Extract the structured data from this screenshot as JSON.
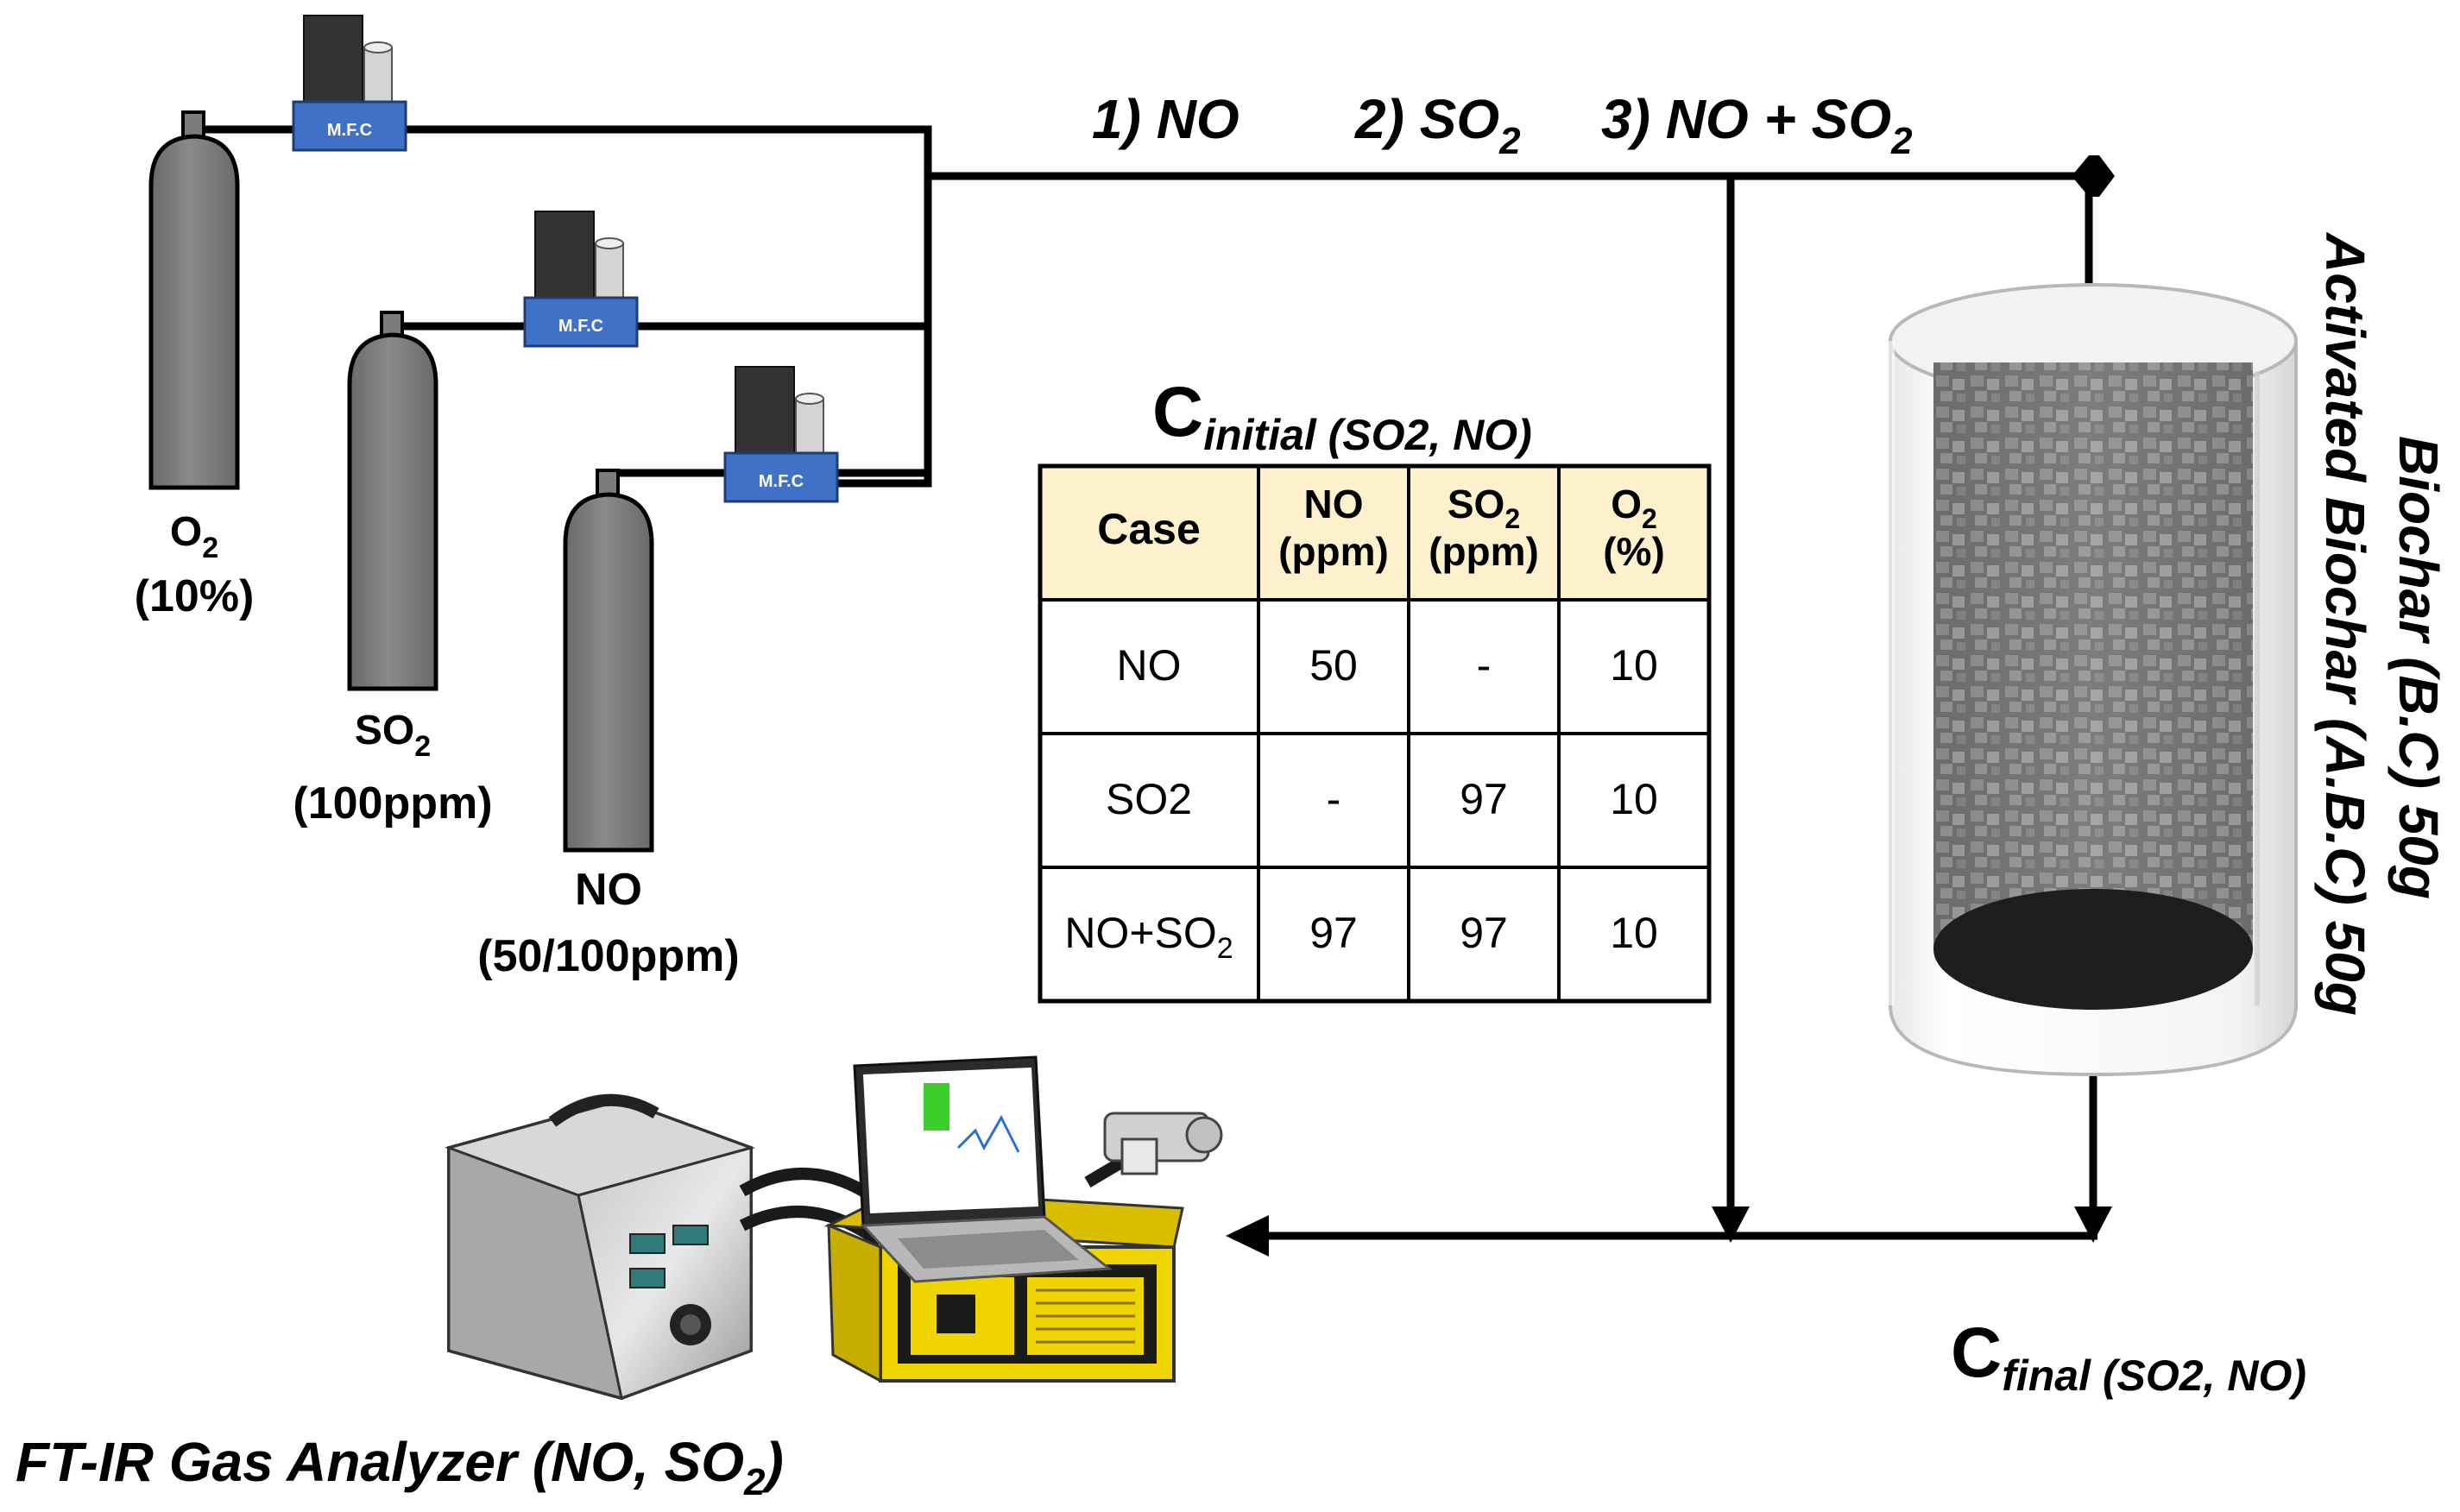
{
  "cylinders": [
    {
      "label": "O",
      "sub": "2",
      "conc": "(10%)"
    },
    {
      "label": "SO",
      "sub": "2",
      "conc": "(100ppm)"
    },
    {
      "label": "NO",
      "sub": "",
      "conc": "(50/100ppm)"
    }
  ],
  "mfc_label": "M.F.C",
  "cases": [
    {
      "prefix": "1) NO",
      "sub": ""
    },
    {
      "prefix": "2) SO",
      "sub": "2"
    },
    {
      "prefix": "3) NO + SO",
      "sub": "2"
    }
  ],
  "c_initial": {
    "main": "C",
    "sub": "initial (SO2, NO)"
  },
  "c_final": {
    "main": "C",
    "sub": "final (SO2, NO)"
  },
  "table": {
    "headers": [
      {
        "top": "Case",
        "sub": "",
        "bottom": ""
      },
      {
        "top": "NO",
        "sub": "",
        "bottom": "(ppm)"
      },
      {
        "top": "SO",
        "sub": "2",
        "bottom": "(ppm)"
      },
      {
        "top": "O",
        "sub": "2",
        "bottom": "(%)"
      }
    ],
    "rows": [
      {
        "case": "NO",
        "case_sub": "",
        "no": "50",
        "so2": "-",
        "o2": "10"
      },
      {
        "case": "SO2",
        "case_sub": "",
        "no": "-",
        "so2": "97",
        "o2": "10"
      },
      {
        "case": "NO+SO",
        "case_sub": "2",
        "no": "97",
        "so2": "97",
        "o2": "10"
      }
    ],
    "header_color": "#fdf0cc"
  },
  "reactor_labels": [
    "Biochar (B.C) 50g",
    "Activated Biochar (A.B.C) 50g"
  ],
  "analyzer": {
    "prefix": "FT-IR Gas Analyzer (NO, SO",
    "sub": "2",
    "suffix": ")"
  },
  "colors": {
    "cylinder": "#7c7c7c",
    "mfc_base": "#3f72c6",
    "analyzer_yellow": "#f0d400"
  }
}
